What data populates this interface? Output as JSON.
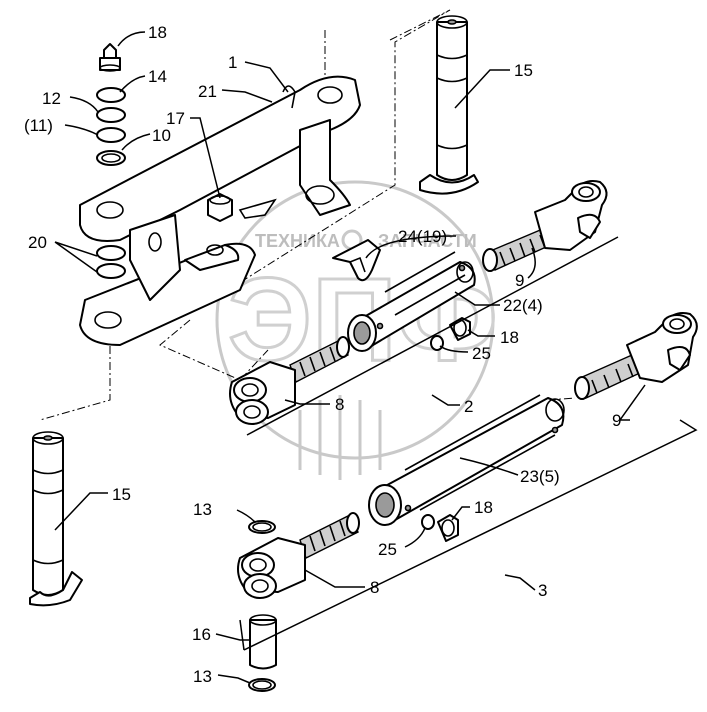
{
  "watermark": {
    "line1": "ТЕХНИКА",
    "line2": "ЗАПЧАСТИ",
    "mark": "ЭПФ"
  },
  "labels": {
    "l18a": "18",
    "l14": "14",
    "l12": "12",
    "l11": "(11)",
    "l10": "10",
    "l1": "1",
    "l21": "21",
    "l17": "17",
    "l15a": "15",
    "l20": "20",
    "l24": "24(19)",
    "l9a": "9",
    "l22": "22(4)",
    "l18b": "18",
    "l25a": "25",
    "l8a": "8",
    "l2": "2",
    "l9b": "9",
    "l15b": "15",
    "l23": "23(5)",
    "l13a": "13",
    "l18c": "18",
    "l25b": "25",
    "l8b": "8",
    "l3": "3",
    "l16": "16",
    "l13b": "13"
  }
}
